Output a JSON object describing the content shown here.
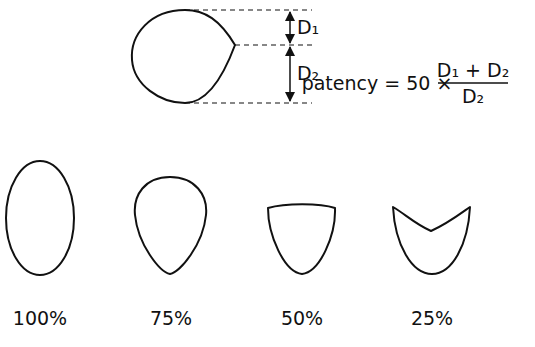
{
  "diagram": {
    "labels": [
      "D₁",
      "D₂",
      "patency = 50 ×",
      "D₁ + D₂",
      "D₂",
      "100%",
      "75%",
      "50%",
      "25%"
    ]
  }
}
